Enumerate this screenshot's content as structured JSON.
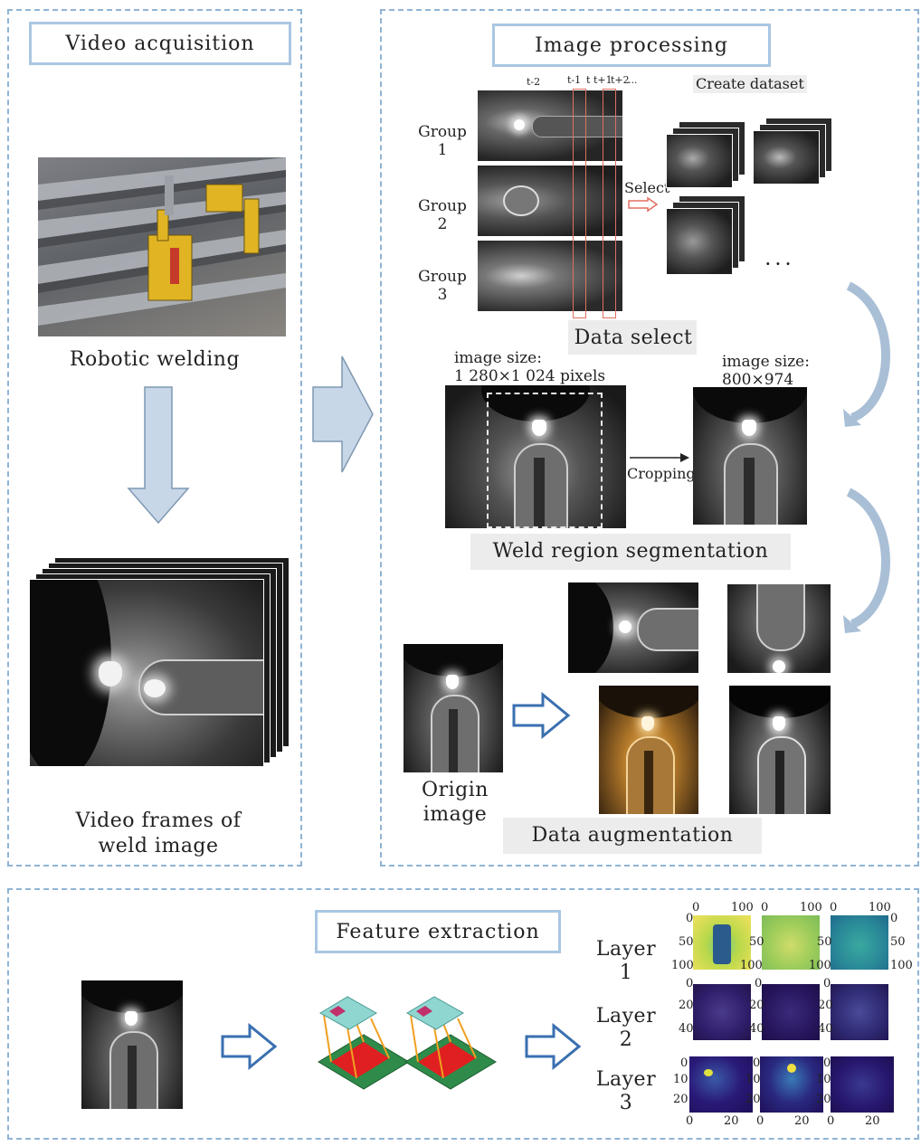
{
  "sections": {
    "video_acquisition": "Video acquisition",
    "image_processing": "Image processing",
    "feature_extraction": "Feature extraction"
  },
  "video": {
    "robotic_welding": "Robotic welding",
    "frames_line1": "Video frames of",
    "frames_line2": "weld image"
  },
  "processing": {
    "time_labels": [
      "t-2",
      "t-1",
      "t",
      "t+1",
      "t+2",
      "..."
    ],
    "create_dataset": "Create dataset",
    "groups": [
      {
        "line1": "Group",
        "line2": "1"
      },
      {
        "line1": "Group",
        "line2": "2"
      },
      {
        "line1": "Group",
        "line2": "3"
      }
    ],
    "select": "Select",
    "ellipsis": "· · ·",
    "data_select": "Data select",
    "size_left_line1": "image size:",
    "size_left_line2": "1 280×1 024 pixels",
    "size_right_line1": "image size:",
    "size_right_line2": "800×974",
    "cropping": "Cropping",
    "weld_region_segmentation": "Weld region segmentation",
    "origin_image": "Origin image",
    "data_augmentation": "Data augmentation"
  },
  "features": {
    "layers": [
      {
        "line1": "Layer",
        "line2": "1"
      },
      {
        "line1": "Layer",
        "line2": "2"
      },
      {
        "line1": "Layer",
        "line2": "3"
      }
    ],
    "ticks": {
      "l1_top": [
        "0",
        "100"
      ],
      "l1_left": [
        "0",
        "50",
        "100"
      ],
      "l2_left": [
        "0",
        "20",
        "40"
      ],
      "l3_left": [
        "0",
        "10",
        "20"
      ],
      "l3_bottom": [
        "0",
        "20"
      ]
    }
  },
  "colors": {
    "dashed_border": "#8fb4d6",
    "title_border": "#a9c7e2",
    "arrow_fill": "#c7d7e8",
    "outline_arrow": "#3a6fb0",
    "cnn_green": "#2e8b4a",
    "cnn_red": "#e02020",
    "cnn_teal": "#8fd6d0"
  }
}
